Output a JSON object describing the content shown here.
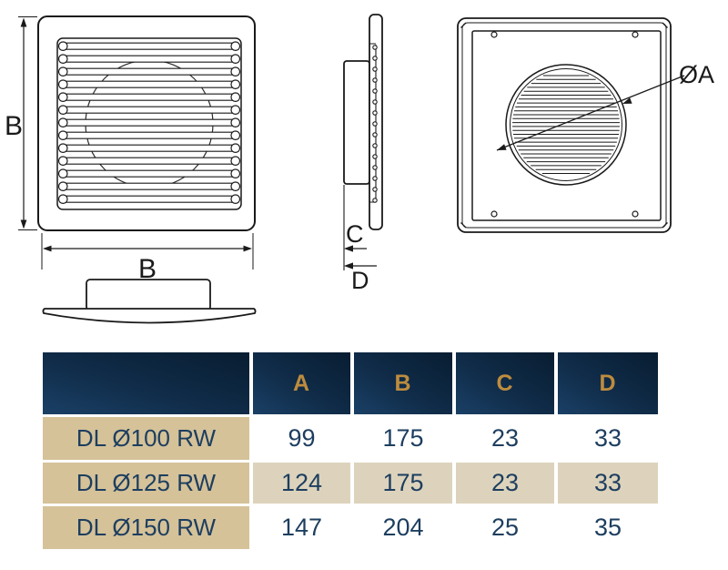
{
  "product_views": {
    "front": {
      "height_label": "B",
      "width_label": "B"
    },
    "side": {
      "collar_depth_label": "C",
      "total_depth_label": "D"
    },
    "back": {
      "diameter_label": "ØA"
    }
  },
  "dimensions_table": {
    "header_blank": "",
    "columns": [
      "A",
      "B",
      "C",
      "D"
    ],
    "rows": [
      {
        "model": "DL Ø100 RW",
        "values": [
          "99",
          "175",
          "23",
          "33"
        ]
      },
      {
        "model": "DL Ø125 RW",
        "values": [
          "124",
          "175",
          "23",
          "33"
        ]
      },
      {
        "model": "DL Ø150 RW",
        "values": [
          "147",
          "204",
          "25",
          "35"
        ]
      }
    ],
    "colors": {
      "header_gradient_start": "#1a4066",
      "header_gradient_end": "#081d31",
      "header_text": "#bd8c3e",
      "model_cell_bg": "#d5c299",
      "alt_row_bg": "#ddd3bc",
      "value_text": "#1d3e5f",
      "line_art": "#1a1a1a"
    }
  }
}
